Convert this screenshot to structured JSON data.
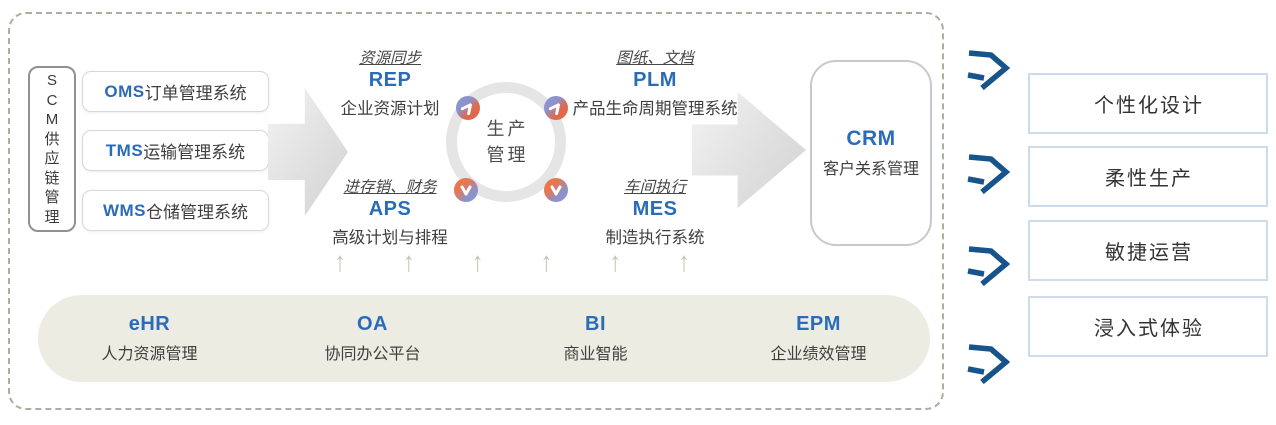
{
  "diagram": {
    "scm_panel": {
      "chars": [
        "S",
        "C",
        "M",
        "供",
        "应",
        "链",
        "管",
        "理"
      ],
      "label": "SCM供应链管理"
    },
    "left_systems": [
      {
        "code": "OMS",
        "name": "订单管理系统"
      },
      {
        "code": "TMS",
        "name": "运输管理系统"
      },
      {
        "code": "WMS",
        "name": "仓储管理系统"
      }
    ],
    "modules": [
      {
        "tag": "资源同步",
        "code": "REP",
        "name": "企业资源计划"
      },
      {
        "tag": "进存销、财务",
        "code": "APS",
        "name": "高级计划与排程"
      },
      {
        "tag": "图纸、文档",
        "code": "PLM",
        "name": "产品生命周期管理系统"
      },
      {
        "tag": "车间执行",
        "code": "MES",
        "name": "制造执行系统"
      }
    ],
    "production_circle": {
      "line1": "生产",
      "line2": "管理"
    },
    "crm": {
      "code": "CRM",
      "name": "客户关系管理"
    },
    "base_platforms": [
      {
        "code": "eHR",
        "name": "人力资源管理"
      },
      {
        "code": "OA",
        "name": "协同办公平台"
      },
      {
        "code": "BI",
        "name": "商业智能"
      },
      {
        "code": "EPM",
        "name": "企业绩效管理"
      }
    ],
    "outcomes": [
      "个性化设计",
      "柔性生产",
      "敏捷运营",
      "浸入式体验"
    ],
    "icons": {
      "up_arrow": "↑"
    },
    "colors": {
      "accent_blue": "#2a6cb8",
      "outline_arrow_blue": "#17548c",
      "sync_orange": "#e2684a",
      "sync_purple": "#8a93cd",
      "bar_background": "#edece3",
      "frame_dash": "#a7b0a1"
    }
  }
}
